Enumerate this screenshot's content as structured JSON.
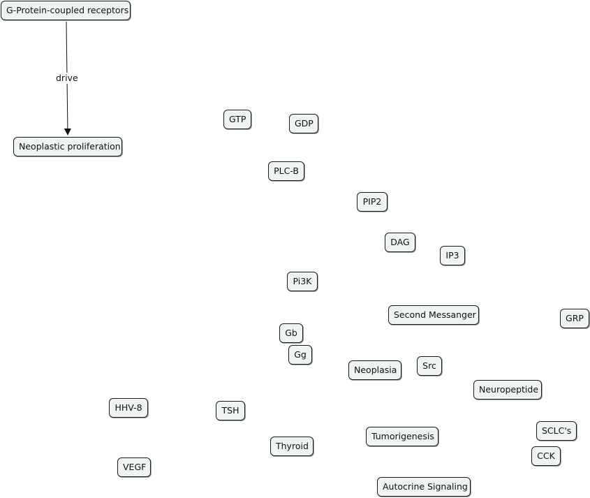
{
  "concepts": {
    "gpcr": "G-Protein-coupled receptors",
    "neoplastic_proliferation": "Neoplastic proliferation",
    "gtp": "GTP",
    "gdp": "GDP",
    "plcb": "PLC-B",
    "pip2": "PIP2",
    "dag": "DAG",
    "ip3": "IP3",
    "pi3k": "Pi3K",
    "second_messanger": "Second Messanger",
    "grp": "GRP",
    "gb": "Gb",
    "gg": "Gg",
    "neoplasia": "Neoplasia",
    "src": "Src",
    "neuropeptide": "Neuropeptide",
    "hhv8": "HHV-8",
    "tsh": "TSH",
    "thyroid": "Thyroid",
    "tumorigenesis": "Tumorigenesis",
    "sclcs": "SCLC's",
    "cck": "CCK",
    "vegf": "VEGF",
    "autocrine_signaling": "Autocrine Signaling"
  },
  "links": {
    "drive": "drive"
  },
  "colors": {
    "node_fill": "#eef3f4",
    "node_border": "#1a1a1a",
    "arrow": "#111111"
  }
}
